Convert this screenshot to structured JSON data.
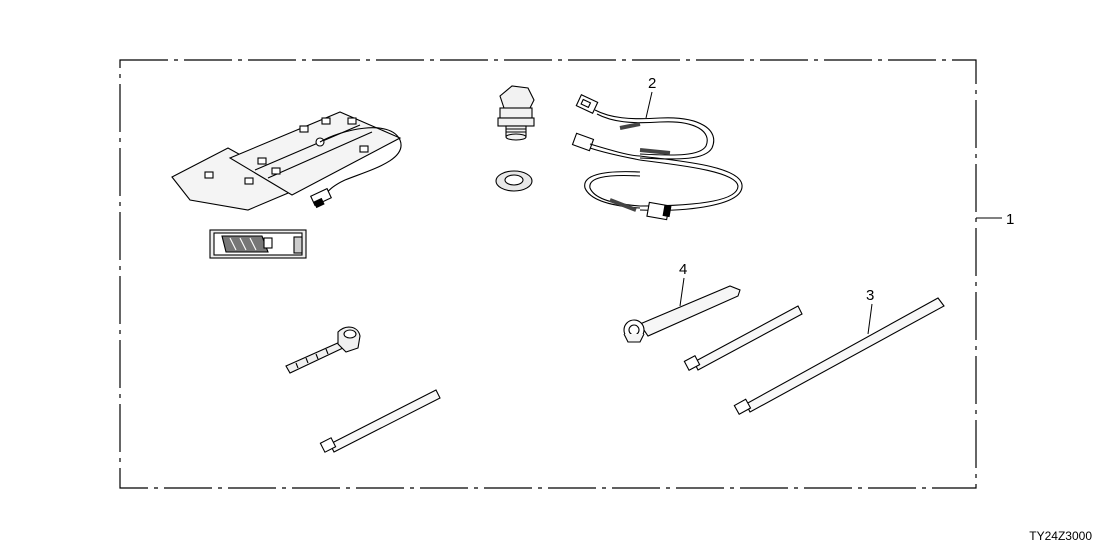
{
  "diagram": {
    "callouts": {
      "c1": "1",
      "c2": "2",
      "c3": "3",
      "c4": "4"
    },
    "part_code": "TY24Z3000"
  }
}
